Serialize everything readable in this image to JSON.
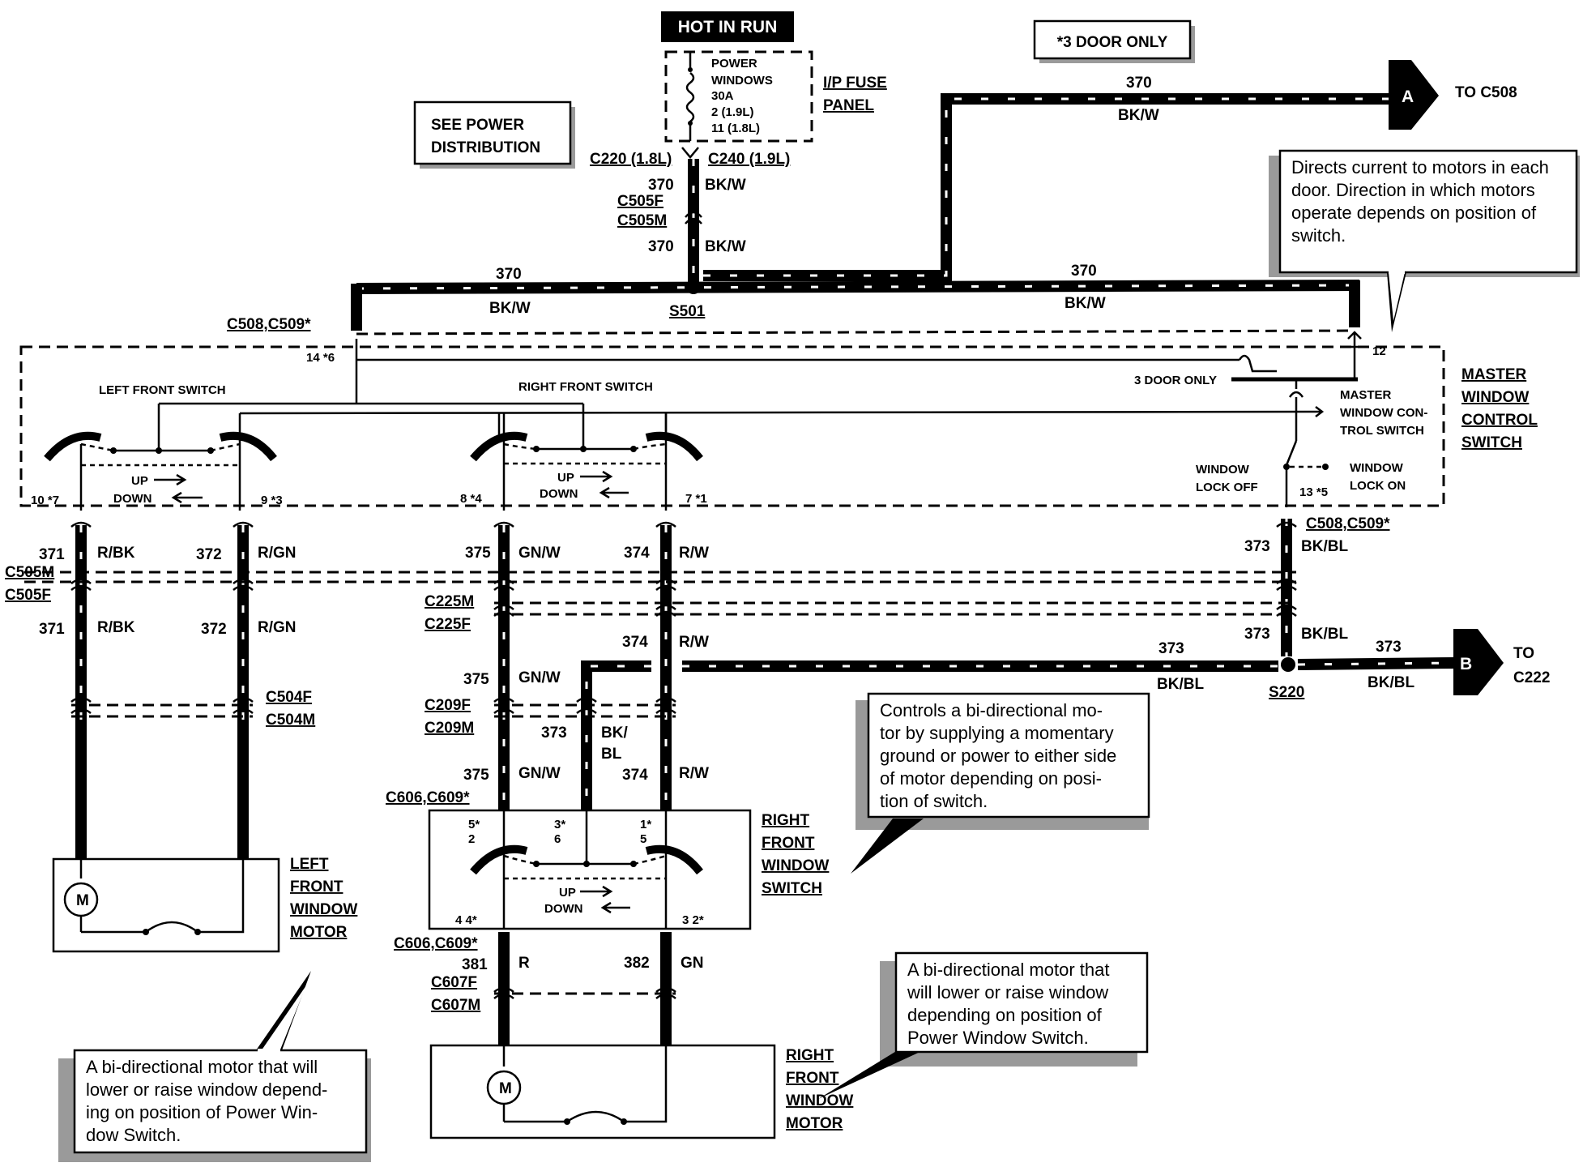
{
  "power": {
    "hot_in_run": "HOT IN RUN",
    "fuse_lines": [
      "POWER",
      "WINDOWS",
      "30A",
      "2 (1.9L)",
      "11 (1.8L)"
    ],
    "fuse_panel": [
      "I/P FUSE",
      "PANEL"
    ]
  },
  "boxes": {
    "three_door_only": "*3 DOOR ONLY",
    "see_power": [
      "SEE POWER",
      "DISTRIBUTION"
    ]
  },
  "connectors": {
    "c220": "C220 (1.8L)",
    "c240": "C240 (1.9L)",
    "c505f": "C505F",
    "c505m": "C505M",
    "s501": "S501",
    "c508_c509": "C508,C509*",
    "c225m": "C225M",
    "c225f": "C225F",
    "c504f": "C504F",
    "c504m": "C504M",
    "c209f": "C209F",
    "c209m": "C209M",
    "c606_c609": "C606,C609*",
    "c607f": "C607F",
    "c607m": "C607M",
    "s220": "S220"
  },
  "wires": {
    "w370": "370",
    "bkw": "BK/W",
    "w371": "371",
    "rbk": "R/BK",
    "w372": "372",
    "rgn": "R/GN",
    "w375": "375",
    "gnw": "GN/W",
    "w374": "374",
    "rw": "R/W",
    "w373": "373",
    "bkbl": "BK/BL",
    "bkbl_split": [
      "BK/",
      "BL"
    ],
    "w381": "381",
    "r": "R",
    "w382": "382",
    "gn": "GN"
  },
  "destinations": {
    "a_letter": "A",
    "to_c508": "TO C508",
    "b_letter": "B",
    "to_c222": [
      "TO",
      "C222"
    ]
  },
  "master_switch": {
    "title": [
      "MASTER",
      "WINDOW",
      "CONTROL",
      "SWITCH"
    ],
    "left_front_switch": "LEFT FRONT SWITCH",
    "right_front_switch": "RIGHT FRONT SWITCH",
    "three_door_only": "3 DOOR ONLY",
    "master_label": [
      "MASTER",
      "WINDOW CON-",
      "TROL SWITCH"
    ],
    "lock_off": [
      "WINDOW",
      "LOCK OFF"
    ],
    "lock_on": [
      "WINDOW",
      "LOCK ON"
    ],
    "up": "UP",
    "down": "DOWN",
    "pins": {
      "p14_6": "14 *6",
      "p12": "12",
      "p10_7": "10 *7",
      "p9_3": "9 *3",
      "p8_4": "8 *4",
      "p7_1": "7 *1",
      "p13_5": "13 *5"
    }
  },
  "right_switch": {
    "title": [
      "RIGHT",
      "FRONT",
      "WINDOW",
      "SWITCH"
    ],
    "pins_top": [
      [
        "5*",
        "2"
      ],
      [
        "3*",
        "6"
      ],
      [
        "1*",
        "5"
      ]
    ],
    "pins_bottom": [
      "4  4*",
      "3  2*"
    ],
    "up": "UP",
    "down": "DOWN"
  },
  "motors": {
    "left_title": [
      "LEFT",
      "FRONT",
      "WINDOW",
      "MOTOR"
    ],
    "right_title": [
      "RIGHT",
      "FRONT",
      "WINDOW",
      "MOTOR"
    ],
    "m": "M"
  },
  "notes": {
    "master": [
      "Directs current to motors in each",
      "door. Direction in which motors",
      "operate depends on position of",
      "switch."
    ],
    "right_switch": [
      "Controls a bi-directional mo-",
      "tor by supplying a momentary",
      "ground or power to either side",
      "of motor depending on posi-",
      "tion of switch."
    ],
    "right_motor": [
      "A bi-directional motor that",
      "will lower or raise window",
      "depending on position of",
      "Power Window Switch."
    ],
    "left_motor": [
      "A bi-directional motor that will",
      "lower or raise window depend-",
      "ing on position of Power Win-",
      "dow Switch."
    ]
  },
  "colors": {
    "ink": "#000000",
    "paper": "#ffffff",
    "shadow": "#9a9a9a"
  }
}
